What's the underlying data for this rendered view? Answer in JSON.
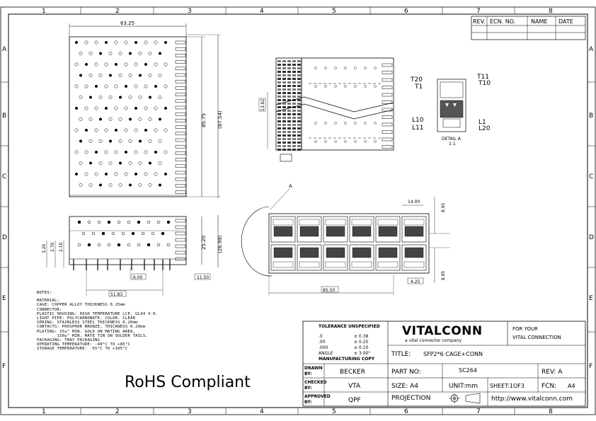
{
  "border": {
    "top_cols": [
      "1",
      "2",
      "3",
      "4",
      "5",
      "6",
      "7",
      "8"
    ],
    "side_rows": [
      "A",
      "B",
      "C",
      "D",
      "E",
      "F"
    ]
  },
  "revision_table": {
    "headers": [
      "REV.",
      "ECN. NO.",
      "NAME",
      "DATE"
    ]
  },
  "dimensions": {
    "top_width": "63.25",
    "top_height": "85.75",
    "top_height_ref": "(87.54)",
    "front_h1": "25.20",
    "front_h2": "(26.99)",
    "front_small1": "3.20",
    "front_small2": "2.70",
    "front_small3": "2.10",
    "front_bottom1": "6.00",
    "front_bottom2": "51.83",
    "front_bottom3": "11.50",
    "side_label": "13.82",
    "pitch": "14.00",
    "port_h": "8.95",
    "port_h2": "8.95",
    "bottom_len": "85.50",
    "small_w": "4.25"
  },
  "detail": {
    "pins": [
      "T20",
      "T1",
      "T11",
      "T10",
      "L10",
      "L11",
      "L1",
      "L20"
    ],
    "title": "DETAIL A",
    "scale": "1:1",
    "callout": "A"
  },
  "notes": {
    "heading": "NOTES:",
    "lines": [
      "MATERIAL:",
      "CAGE: COPPER ALLOY THICKNESS 0.25mm",
      "CONNECTOR:",
      "PLASTIC HOUSING: HIGH TEMPERATURE LCP, UL94 V-0.",
      "LIGHT PIPE: POLYCARBONATE, COLOR: CLEAR",
      "SPRING: STAINLESS STEEL THICKNESS 0.20mm",
      "CONTACTS: PHOSPHOR BRONZE, THICKNESS 0.20mm",
      "PLATING: 15u\" MIN. GOLD ON MATING AREA,",
      "        150u\" MIN. MATE TIN ON SOLDER TAILS.",
      "PACKAGING: TRAY PACKAGING",
      "OPERATING TEMPERATURE: -40°C TO +85°C",
      "STORAGE TEMPERATURE: -55°C TO +105°C"
    ]
  },
  "rohs": "RoHS Compliant",
  "title_block": {
    "tolerance_heading": "TOLERANCE UNSPECIFIED",
    "tolerances": [
      {
        "k": ".0",
        "v": "± 0.38"
      },
      {
        "k": ".00",
        "v": "± 0.25"
      },
      {
        "k": ".000",
        "v": "± 0.10"
      },
      {
        "k": "ANGLE",
        "v": "± 3.00°"
      }
    ],
    "manufacturing": "MANUFACTURING COPY",
    "logo": "VITALCONN",
    "tagline": "a vital connector company",
    "slogan1": "FOR YOUR",
    "slogan2": "VITAL CONNECTION",
    "title_label": "TITLE:",
    "title_value": "SFP2*6 CAGE+CONN",
    "drawn_label": "DRAWN BY:",
    "drawn_value": "BECKER",
    "checked_label": "CHECKED BY:",
    "checked_value": "VTA",
    "approved_label": "APPROVED BY:",
    "approved_value": "QPF",
    "part_label": "PART NO:",
    "part_value": "SC264",
    "rev_label": "REV: A",
    "size_label": "SIZE: A4",
    "unit_label": "UNIT:mm",
    "sheet_label": "SHEET:1OF3",
    "fcn_label": "FCN:",
    "fcn_value": "A4",
    "projection_label": "PROJECTION",
    "url": "http://www.vitalconn.com"
  }
}
